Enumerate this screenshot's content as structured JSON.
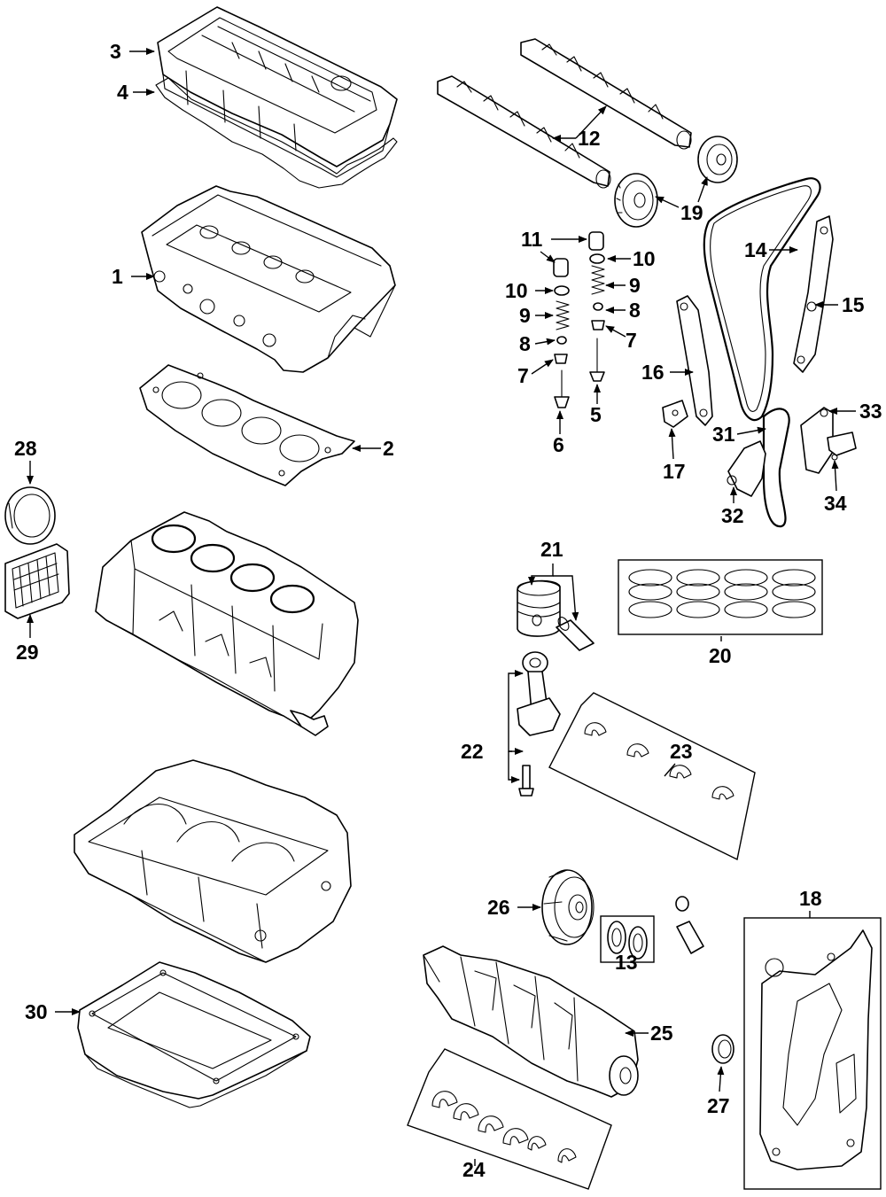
{
  "callouts": {
    "c1": "1",
    "c2": "2",
    "c3": "3",
    "c4": "4",
    "c5": "5",
    "c6": "6",
    "c7a": "7",
    "c7b": "7",
    "c8a": "8",
    "c8b": "8",
    "c9a": "9",
    "c9b": "9",
    "c10a": "10",
    "c10b": "10",
    "c11": "11",
    "c12": "12",
    "c13": "13",
    "c14": "14",
    "c15": "15",
    "c16": "16",
    "c17": "17",
    "c18": "18",
    "c19": "19",
    "c20": "20",
    "c21": "21",
    "c22": "22",
    "c23": "23",
    "c24": "24",
    "c25": "25",
    "c26": "26",
    "c27": "27",
    "c28": "28",
    "c29": "29",
    "c30": "30",
    "c31": "31",
    "c32": "32",
    "c33": "33",
    "c34": "34"
  },
  "colors": {
    "line": "#000000",
    "background": "#ffffff"
  }
}
